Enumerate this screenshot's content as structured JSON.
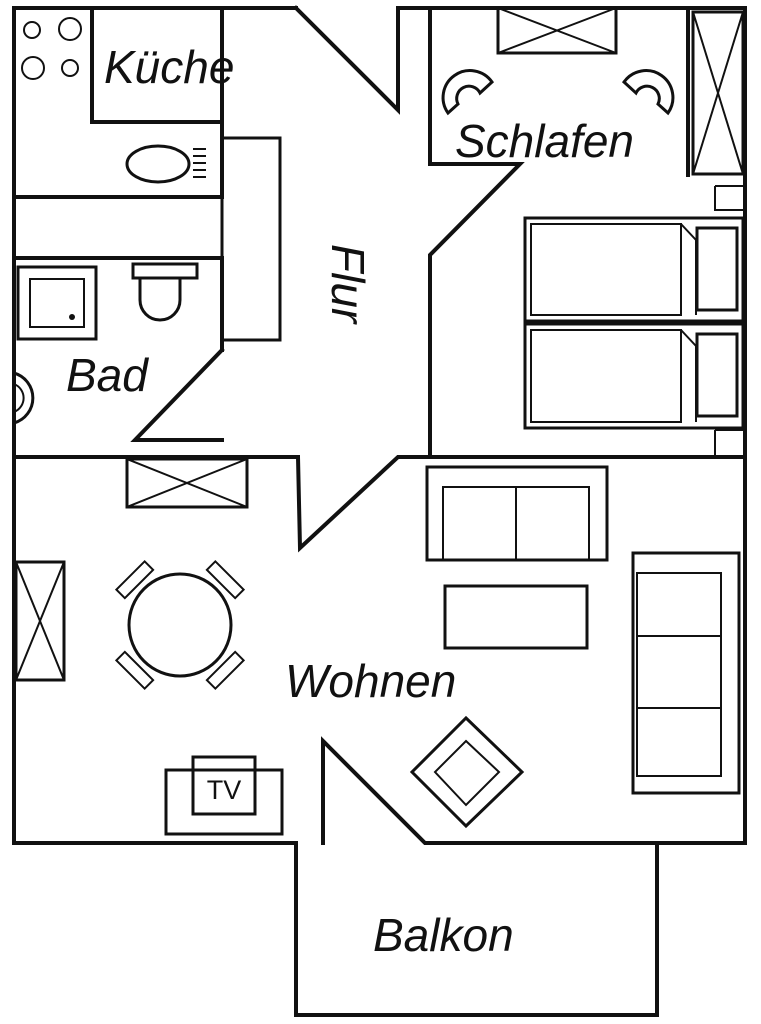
{
  "rooms": {
    "kueche": "Küche",
    "schlafen": "Schlafen",
    "flur": "Flur",
    "bad": "Bad",
    "wohnen": "Wohnen",
    "balkon": "Balkon"
  },
  "furniture": {
    "tv": "TV"
  }
}
